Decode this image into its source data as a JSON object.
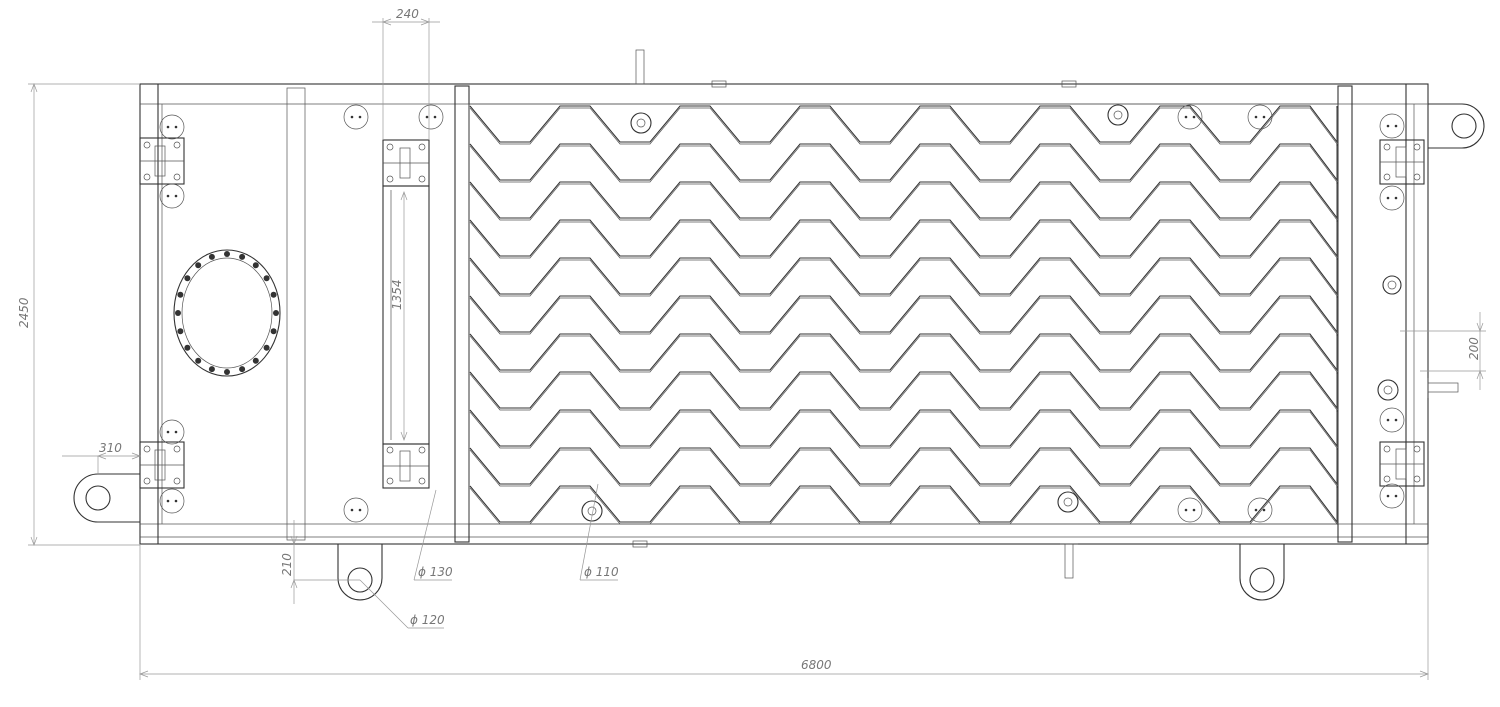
{
  "drawing": {
    "dimensions": {
      "overall_length": "6800",
      "overall_height": "2450",
      "inspection_window_height": "1354",
      "inspection_window_width": "240",
      "left_lug_offset": "310",
      "right_port_offset": "200",
      "bottom_lug_offset": "210"
    },
    "callouts": {
      "lug_hole": "ϕ 120",
      "port_a": "ϕ 130",
      "port_b": "ϕ 110"
    }
  }
}
